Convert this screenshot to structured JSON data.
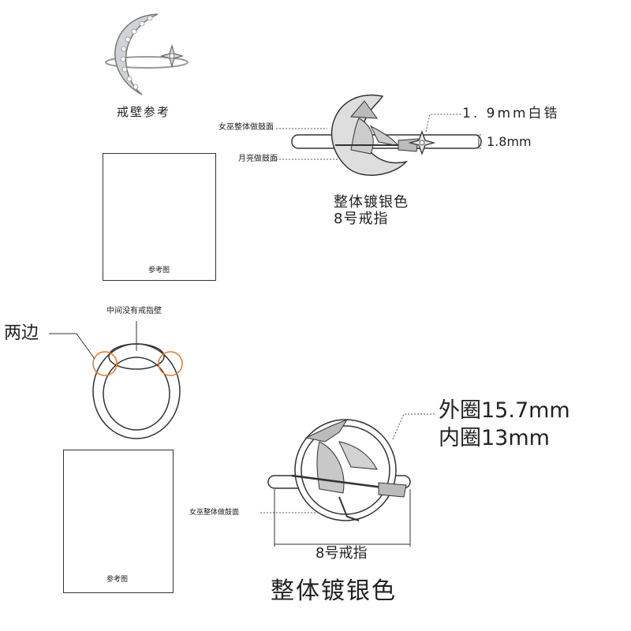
{
  "ref_ring": {
    "caption": "戒壁参考"
  },
  "top_design": {
    "left_label_1": "女巫整体做鼓面",
    "left_label_2": "月亮做鼓面",
    "stone_label": "1. 9mm白锆",
    "band_width_label": "1.8mm",
    "finish_line1": "整体镀银色",
    "finish_line2": "8号戒指"
  },
  "pendant_ref_1": {
    "caption": "参考图"
  },
  "side_view": {
    "top_label": "中间没有戒指壁",
    "side_label": "两边"
  },
  "bottom_design": {
    "outer_label": "外圈15.7mm",
    "inner_label": "内圈13mm",
    "left_label": "女巫整体做鼓面",
    "size_label": "8号戒指",
    "finish_label": "整体镀银色"
  },
  "pendant_ref_2": {
    "caption": "参考图"
  },
  "colors": {
    "accent_orange": "#e07a2e",
    "line": "#333333"
  }
}
